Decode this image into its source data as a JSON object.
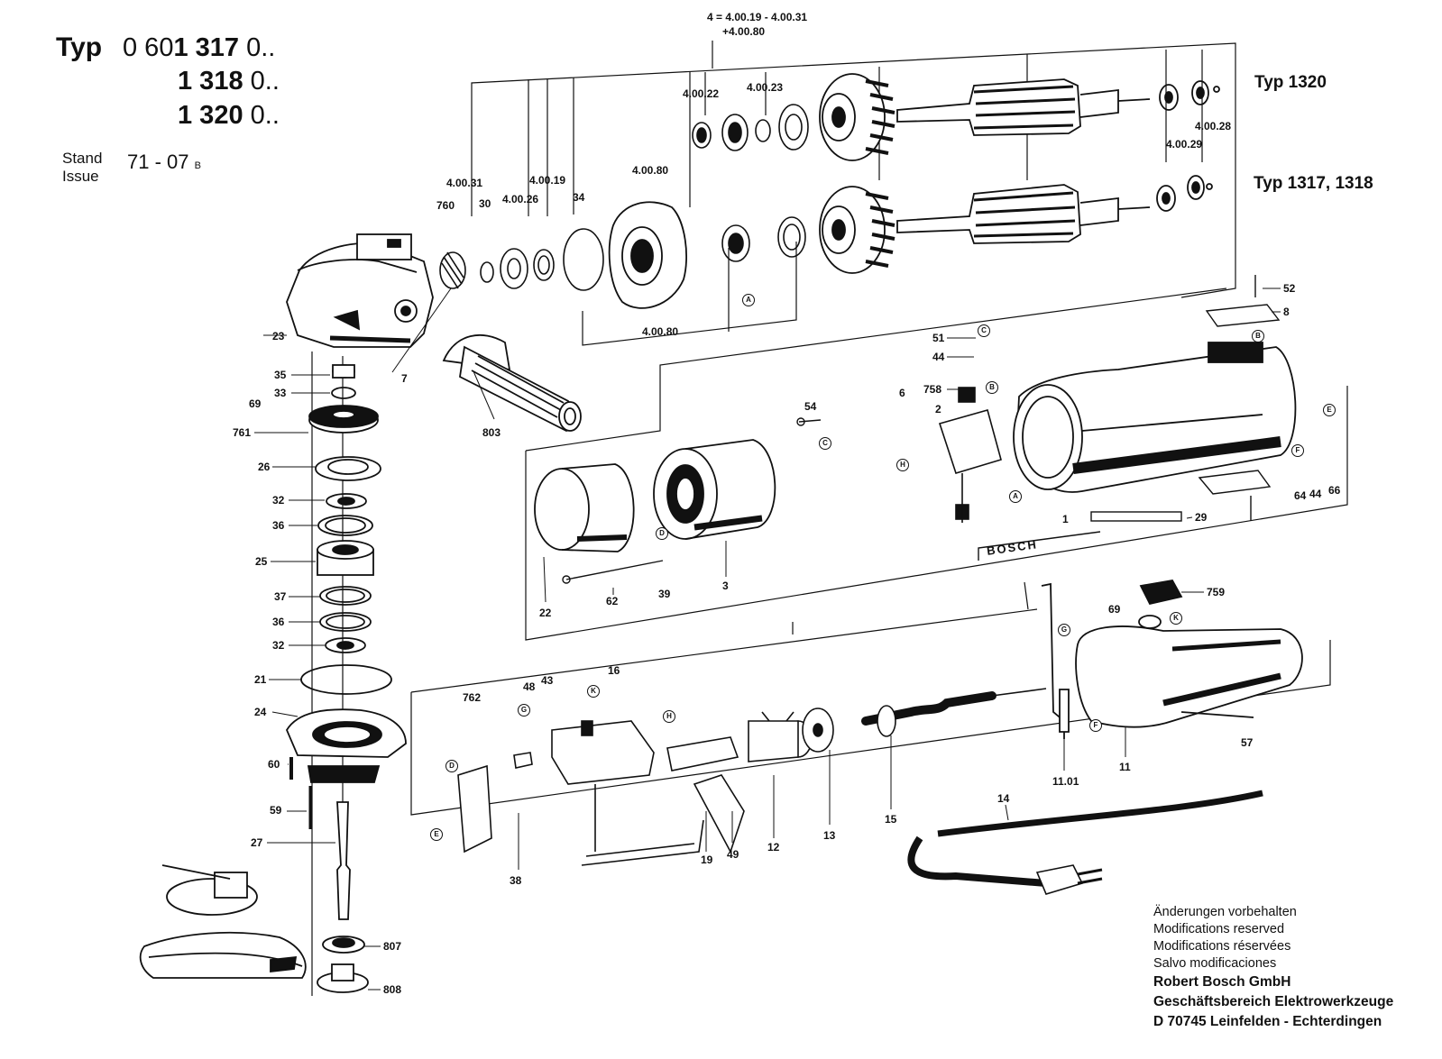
{
  "header": {
    "typ_word": "Typ",
    "rows": [
      {
        "prefix": "0 60",
        "bold": "1 317",
        "suffix": " 0.."
      },
      {
        "prefix": "",
        "bold": "1 318",
        "suffix": " 0.."
      },
      {
        "prefix": "",
        "bold": "1 320",
        "suffix": " 0.."
      }
    ],
    "stand_label": "Stand",
    "issue_label": "Issue",
    "stand_value": "71 - 07",
    "stand_index": "B"
  },
  "variant_labels": {
    "typ_1320": "Typ 1320",
    "typ_1317_1318": "Typ 1317, 1318"
  },
  "top_note": {
    "line1": "4 = 4.00.19 - 4.00.31",
    "line2": "+4.00.80"
  },
  "part_numbers": [
    "4.00.22",
    "4.00.23",
    "4.00.28",
    "4.00.29",
    "4.00.80",
    "4.00.31",
    "760",
    "30",
    "4.00.26",
    "4.00.19",
    "34",
    "4.00.80",
    "23",
    "69",
    "35",
    "33",
    "7",
    "803",
    "761",
    "26",
    "32",
    "36",
    "25",
    "37",
    "36",
    "32",
    "21",
    "24",
    "60",
    "59",
    "27",
    "807",
    "808",
    "52",
    "8",
    "51",
    "44",
    "758",
    "6",
    "2",
    "54",
    "22",
    "62",
    "39",
    "3",
    "1",
    "29",
    "64",
    "44",
    "66",
    "759",
    "69",
    "762",
    "48",
    "43",
    "16",
    "19",
    "49",
    "12",
    "13",
    "15",
    "14",
    "11.01",
    "11",
    "57",
    "38"
  ],
  "circle_refs": [
    "A",
    "A",
    "B",
    "B",
    "C",
    "C",
    "D",
    "D",
    "E",
    "E",
    "F",
    "F",
    "G",
    "G",
    "H",
    "H",
    "K",
    "K"
  ],
  "bosch_text": "BOSCH",
  "footer": {
    "lines": [
      "Änderungen vorbehalten",
      "Modifications reserved",
      "Modifications réservées",
      "Salvo modificaciones"
    ],
    "company": [
      "Robert Bosch GmbH",
      "Geschäftsbereich Elektrowerkzeuge",
      "D 70745 Leinfelden - Echterdingen"
    ]
  }
}
